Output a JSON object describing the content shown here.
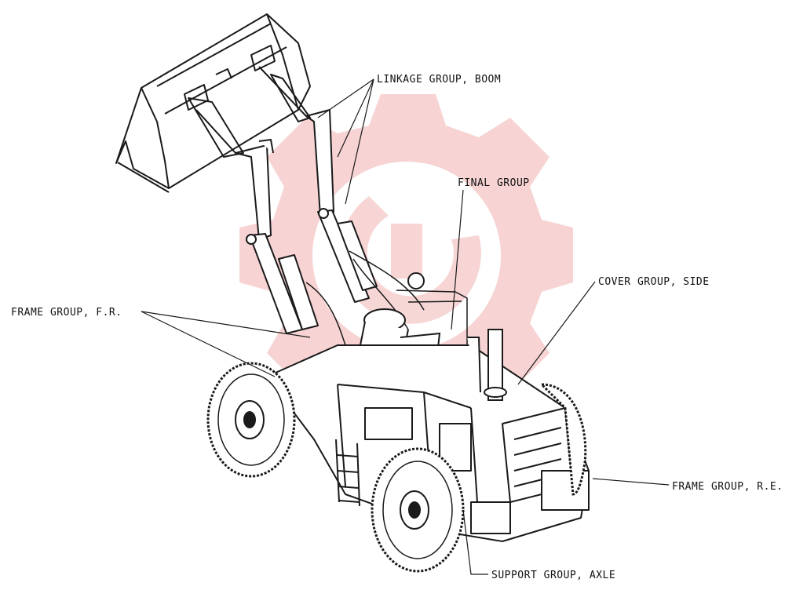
{
  "colors": {
    "ink": "#111111",
    "watermark": "#f2b3b3",
    "background": "#ffffff"
  },
  "labels": {
    "linkage_group_boom": "LINKAGE GROUP, BOOM",
    "final_group": "FINAL GROUP",
    "cover_group_side": "COVER GROUP, SIDE",
    "frame_group_fr": "FRAME GROUP, F.R.",
    "frame_group_re": "FRAME GROUP, R.E.",
    "support_group_axle": "SUPPORT GROUP, AXLE"
  },
  "illustration": {
    "subject": "wheel-loader-exploded-view",
    "watermark_icon": "gear-logo-icon"
  }
}
